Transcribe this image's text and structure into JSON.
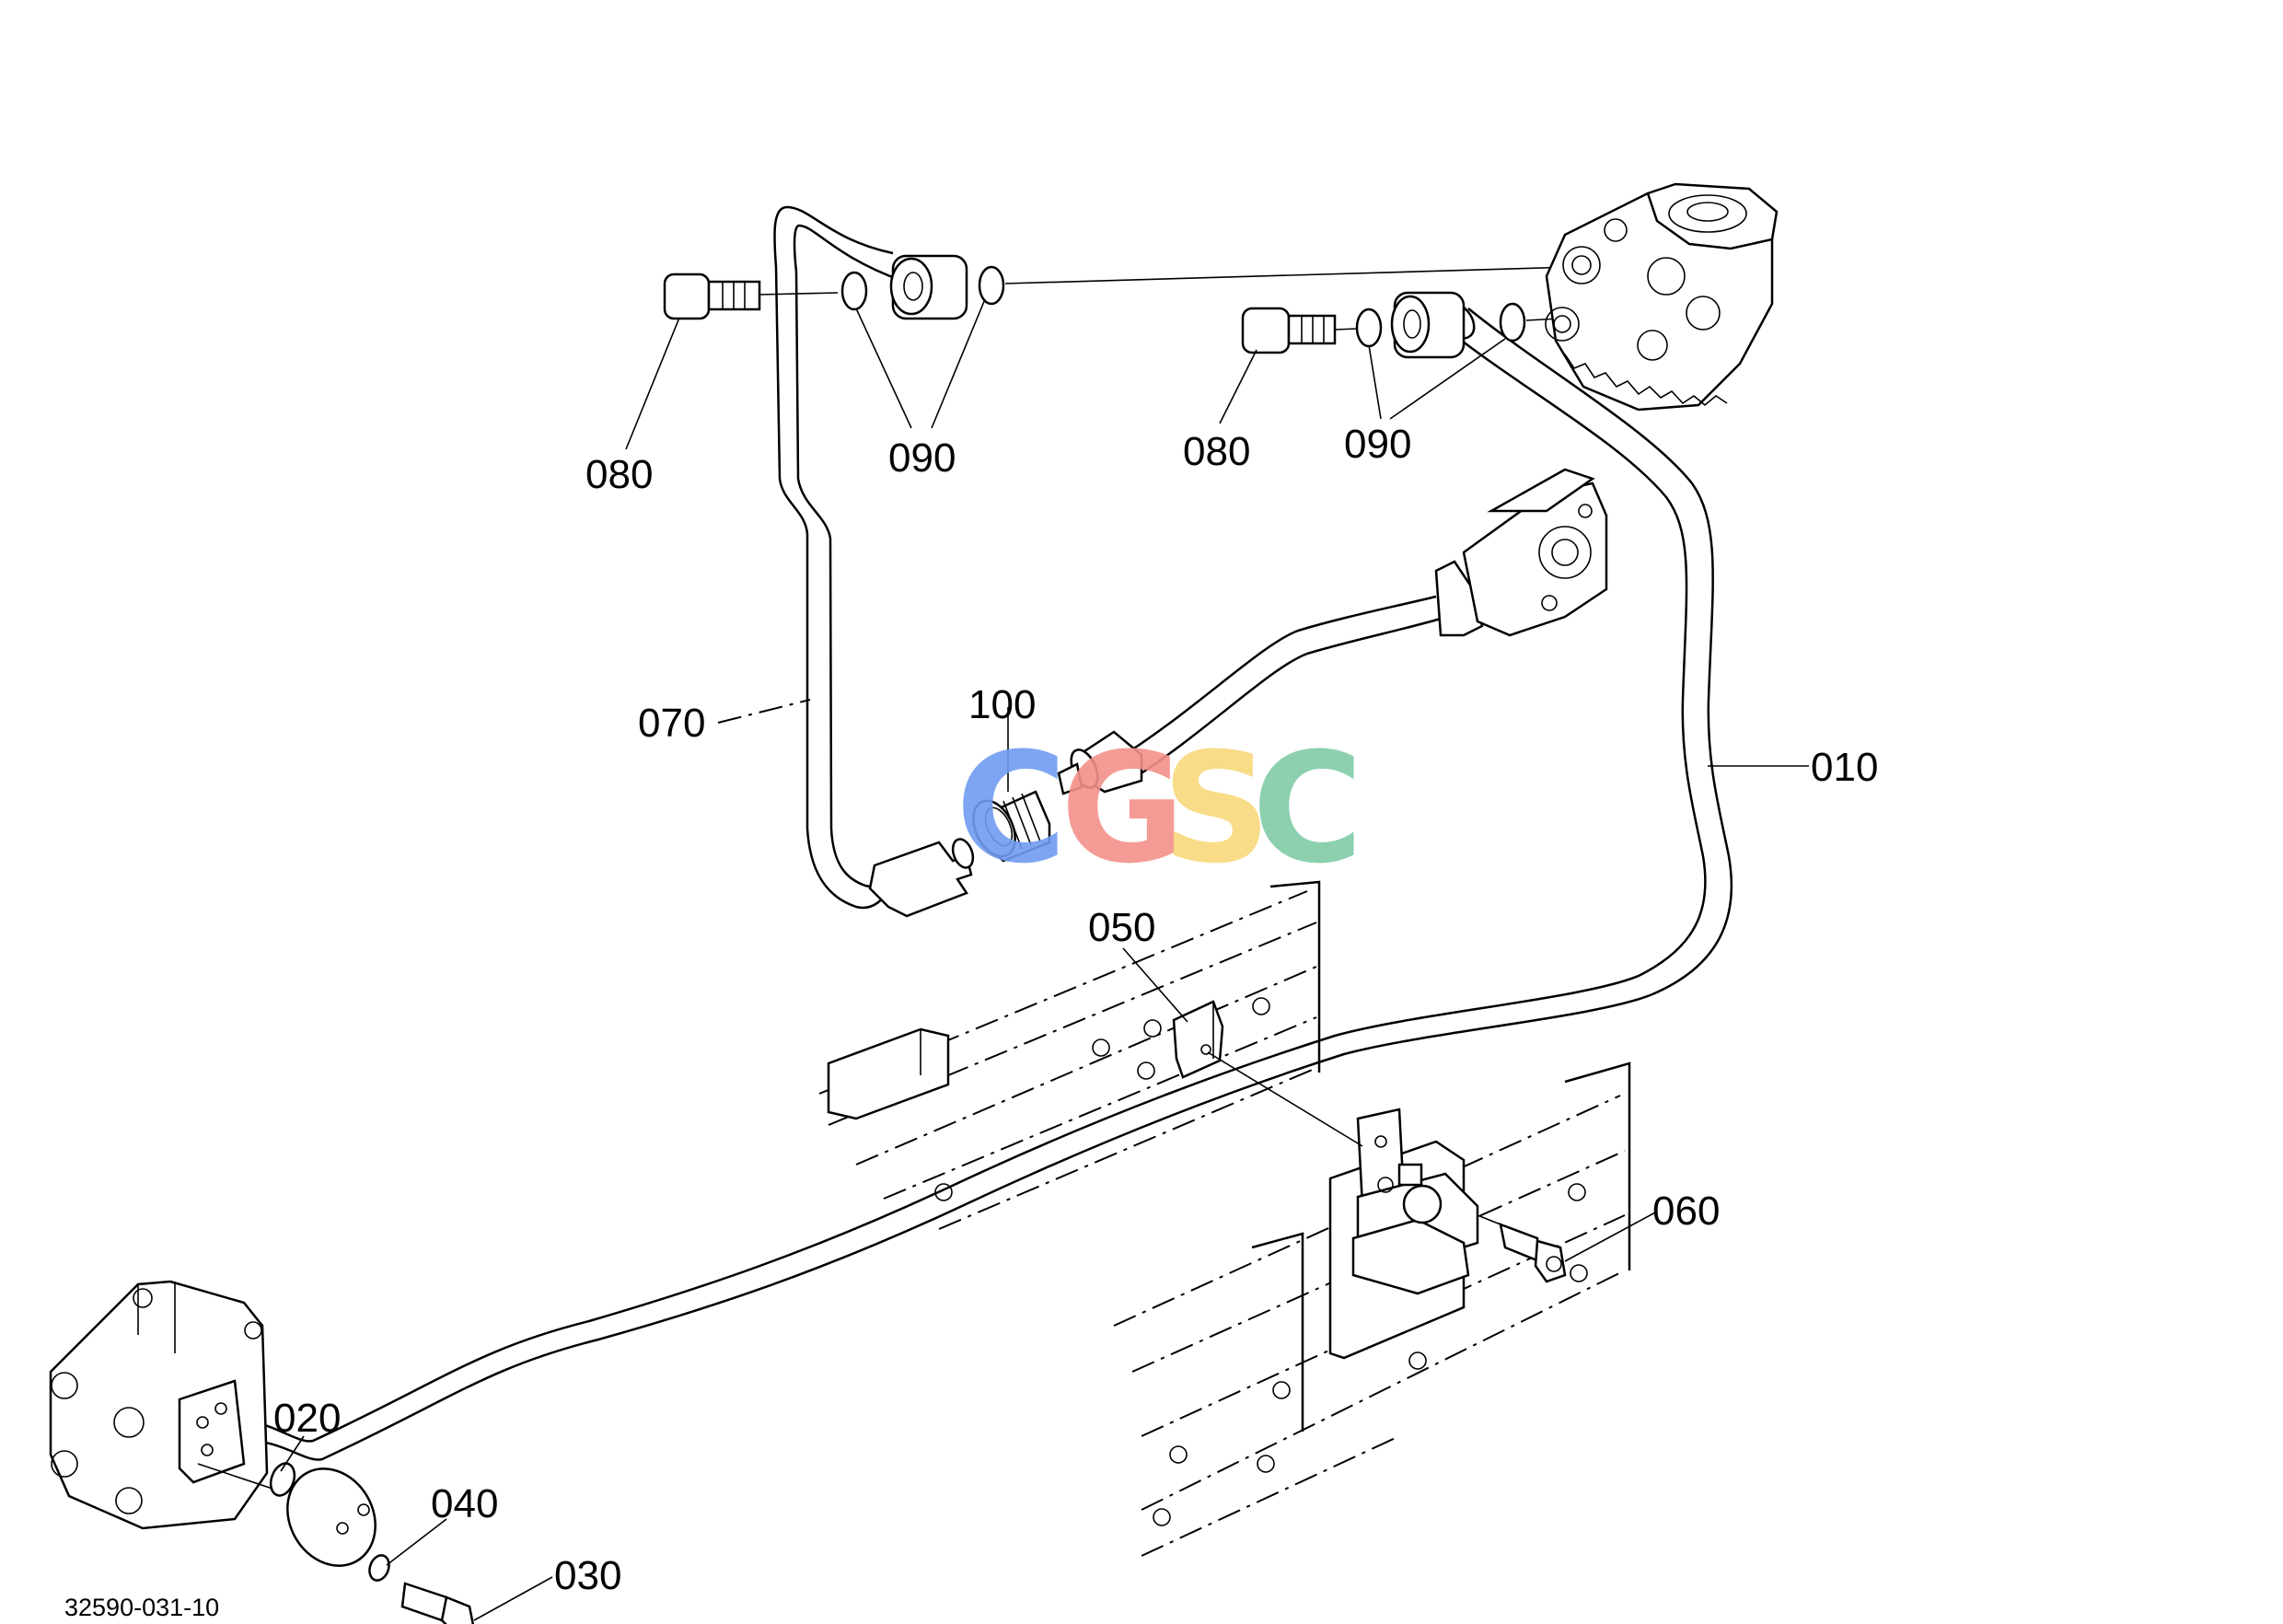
{
  "callouts": {
    "p010": "010",
    "p020": "020",
    "p030": "030",
    "p040": "040",
    "p050": "050",
    "p060": "060",
    "p070": "070",
    "p080_left": "080",
    "p080_right": "080",
    "p090_left": "090",
    "p090_right": "090",
    "p100": "100"
  },
  "drawing_id": "32590-031-10",
  "watermark": {
    "letters": [
      "C",
      "G",
      "S",
      "C"
    ],
    "colors": [
      "#6f9bf0",
      "#f3908a",
      "#f7d87a",
      "#7fcba6"
    ]
  }
}
